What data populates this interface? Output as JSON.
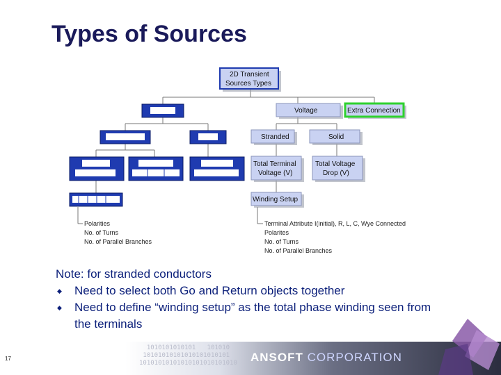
{
  "title": "Types of Sources",
  "nodes": {
    "root_line1": "2D Transient",
    "root_line2": "Sources Types",
    "voltage": "Voltage",
    "extra_connection": "Extra Connection",
    "stranded": "Stranded",
    "solid": "Solid",
    "total_terminal_line1": "Total Terminal",
    "total_terminal_line2": "Voltage (V)",
    "total_voltage_line1": "Total Voltage",
    "total_voltage_line2": "Drop (V)",
    "winding_setup": "Winding Setup"
  },
  "left_notes": [
    "Polarities",
    "No. of Turns",
    "No. of Parallel Branches"
  ],
  "right_notes": [
    "Terminal Attribute I(initial), R, L, C, Wye Connected",
    "Polarites",
    "No. of Turns",
    "No. of Parallel Branches"
  ],
  "note": {
    "heading": "Note: for stranded conductors",
    "bullets": [
      "Need to select both Go and Return objects together",
      "Need to define “winding setup” as the total phase winding seen from the terminals"
    ]
  },
  "page_number": "17",
  "brand": {
    "name": "ANSOFT",
    "suffix": "CORPORATION"
  },
  "colors": {
    "title": "#1a1a5a",
    "blue_box": "#1f3bb0",
    "light_box": "#c9d2f2",
    "extra_border": "#2fd12f",
    "note_text": "#0b1f7a"
  }
}
